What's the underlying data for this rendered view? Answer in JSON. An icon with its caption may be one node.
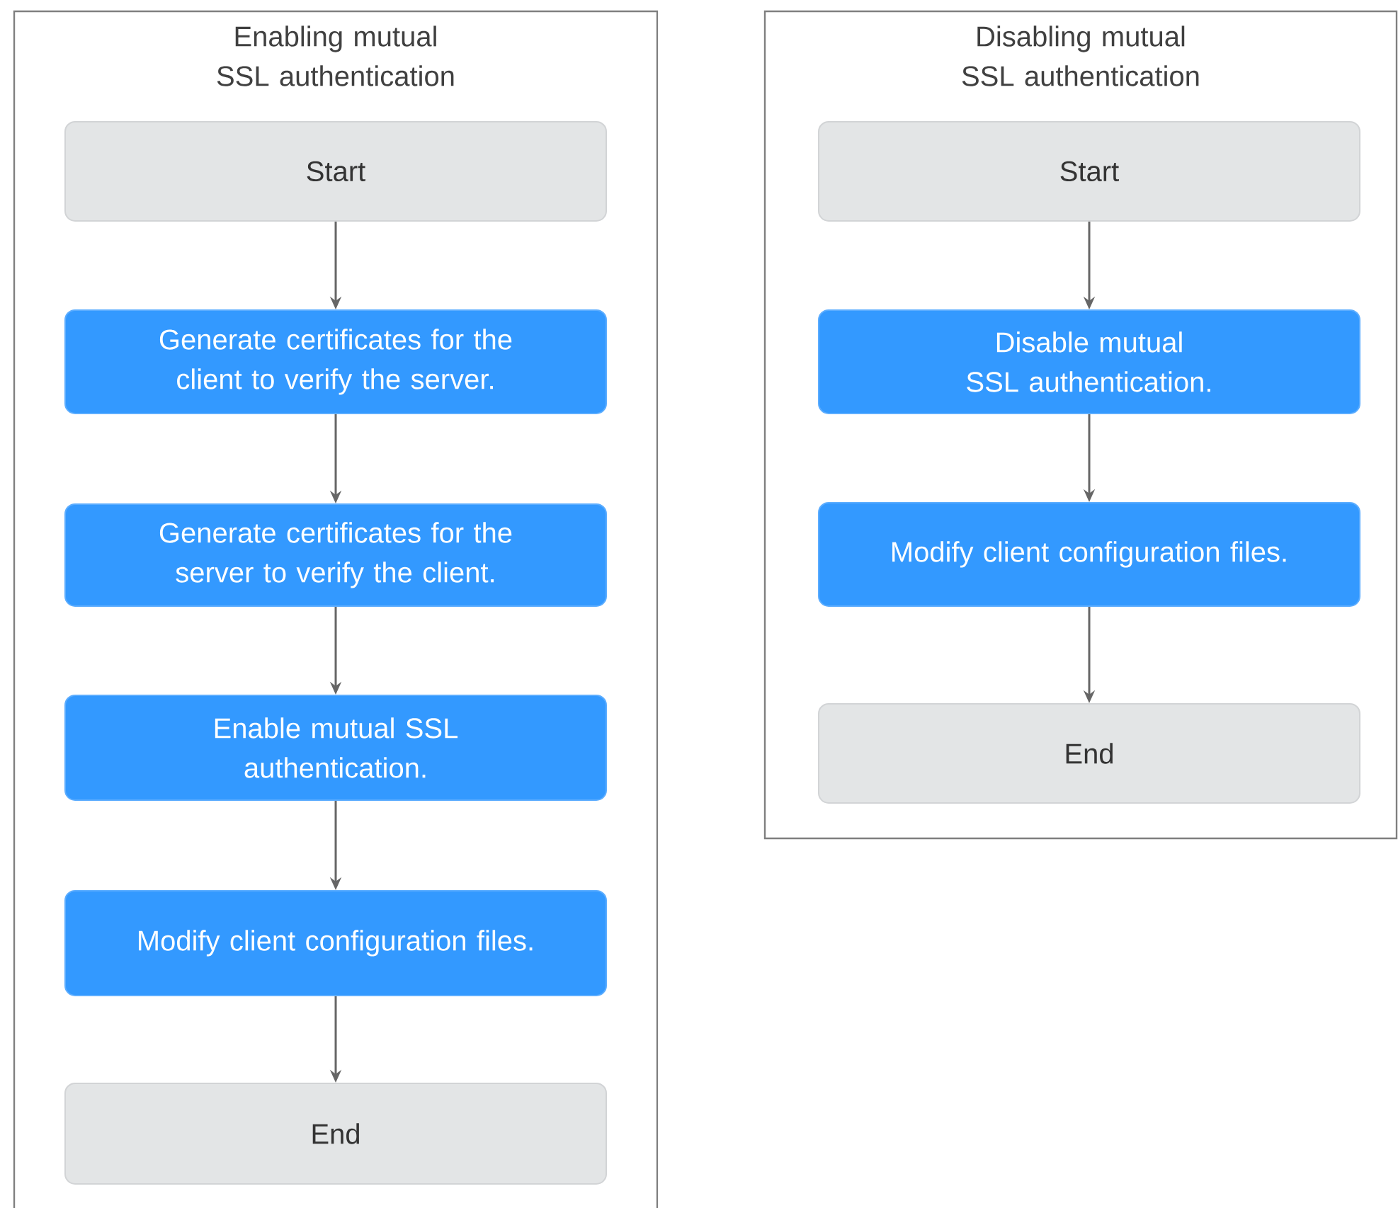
{
  "diagram": {
    "nodes": [
      {
        "text": [
          "Enabling mutual SSL authentication"
        ]
      },
      {
        "text": [
          "Start"
        ],
        "in": 0
      },
      {
        "text": [
          "Generate certificates for the client to verify the server."
        ],
        "in": 0
      },
      {
        "text": [
          "Generate certificates for the server to verify the client."
        ],
        "in": 0
      },
      {
        "text": [
          "Enable mutual SSL authentication."
        ],
        "in": 0
      },
      {
        "text": [
          "Modify client configuration files."
        ],
        "in": 0
      },
      {
        "text": [
          "End"
        ],
        "in": 0
      },
      {
        "text": [
          "Disabling mutual SSL authentication"
        ]
      },
      {
        "text": [
          "Start"
        ],
        "in": 7
      },
      {
        "text": [
          "Disable mutual SSL authentication."
        ],
        "in": 7
      },
      {
        "text": [
          "Modify client configuration files."
        ],
        "in": 7
      },
      {
        "text": [
          "End"
        ],
        "in": 7
      }
    ],
    "edges": [
      {
        "from": 1,
        "to": 2,
        "arrow": "to"
      },
      {
        "from": 2,
        "to": 3,
        "arrow": "to"
      },
      {
        "from": 3,
        "to": 4,
        "arrow": "to"
      },
      {
        "from": 4,
        "to": 5,
        "arrow": "to"
      },
      {
        "from": 5,
        "to": 6,
        "arrow": "to"
      },
      {
        "from": 8,
        "to": 9,
        "arrow": "to"
      },
      {
        "from": 9,
        "to": 10,
        "arrow": "to"
      },
      {
        "from": 10,
        "to": 11,
        "arrow": "to"
      }
    ]
  }
}
